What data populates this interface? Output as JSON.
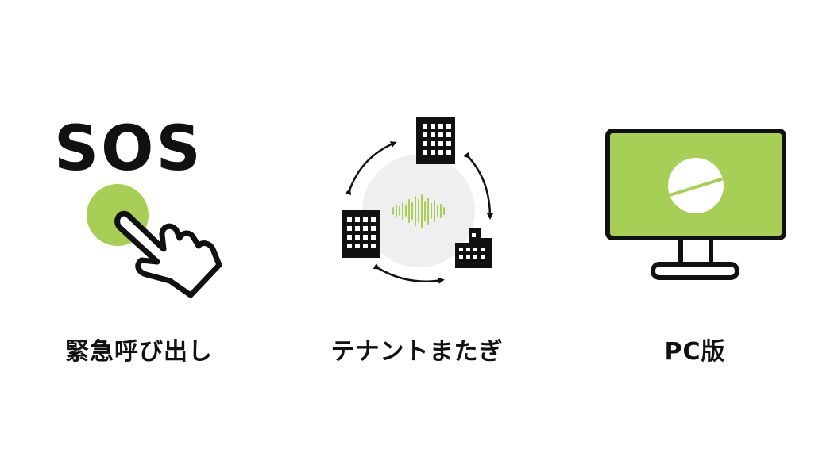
{
  "colors": {
    "accent": "#a8cf55",
    "ink": "#111111",
    "soft_gray": "#efefef"
  },
  "features": [
    {
      "label": "緊急呼び出し",
      "icon_text": "SOS",
      "icon": "sos-tap-icon"
    },
    {
      "label": "テナントまたぎ",
      "icon": "multi-tenant-voice-icon"
    },
    {
      "label": "PC版",
      "icon": "desktop-monitor-icon"
    }
  ]
}
